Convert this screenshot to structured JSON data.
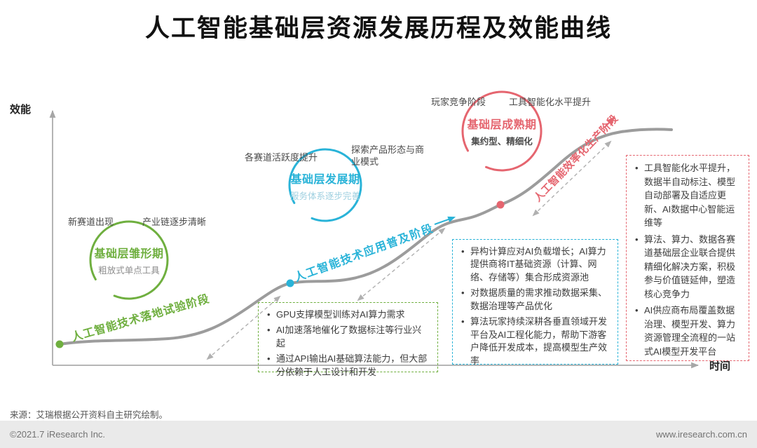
{
  "title": "人工智能基础层资源发展历程及效能曲线",
  "axes": {
    "y": "效能",
    "x": "时间"
  },
  "colors": {
    "stage1": "#6faf3f",
    "stage2": "#29b3d8",
    "stage3": "#e5656f",
    "curve": "#9c9c9c"
  },
  "stages": [
    {
      "circle_title": "基础层雏形期",
      "circle_subtitle": "粗放式单点工具",
      "annotation_left": "新赛道出现",
      "annotation_right": "产业链逐步清晰",
      "phase": "人工智能技术落地试验阶段",
      "bullets": [
        "GPU支撑模型训练对AI算力需求",
        "AI加速落地催化了数据标注等行业兴起",
        "通过API输出AI基础算法能力，但大部分依赖于人工设计和开发"
      ]
    },
    {
      "circle_title": "基础层发展期",
      "circle_subtitle": "服务体系逐步完善",
      "annotation_left": "各赛道活跃度提升",
      "annotation_right": "探索产品形态与商业模式",
      "phase": "人工智能技术应用普及阶段",
      "bullets": [
        "异构计算应对AI负载增长；AI算力提供商将IT基础资源（计算、网络、存储等）集合形成资源池",
        "对数据质量的需求推动数据采集、数据治理等产品优化",
        "算法玩家持续深耕各垂直领域开发平台及AI工程化能力，帮助下游客户降低开发成本，提高模型生产效率"
      ]
    },
    {
      "circle_title": "基础层成熟期",
      "circle_subtitle": "集约型、精细化",
      "annotation_left": "玩家竞争阶段",
      "annotation_right": "工具智能化水平提升",
      "phase": "人工智能效率化生产阶段",
      "bullets": [
        "工具智能化水平提升，数据半自动标注、模型自动部署及自适应更新、AI数据中心智能运维等",
        "算法、算力、数据各赛道基础层企业联合提供精细化解决方案，积极参与价值链延伸，塑造核心竞争力",
        "AI供应商布局覆盖数据治理、模型开发、算力资源管理全流程的一站式AI模型开发平台"
      ]
    }
  ],
  "footer": {
    "source": "来源：艾瑞根据公开资料自主研究绘制。",
    "copyright": "©2021.7 iResearch Inc.",
    "website": "www.iresearch.com.cn"
  }
}
